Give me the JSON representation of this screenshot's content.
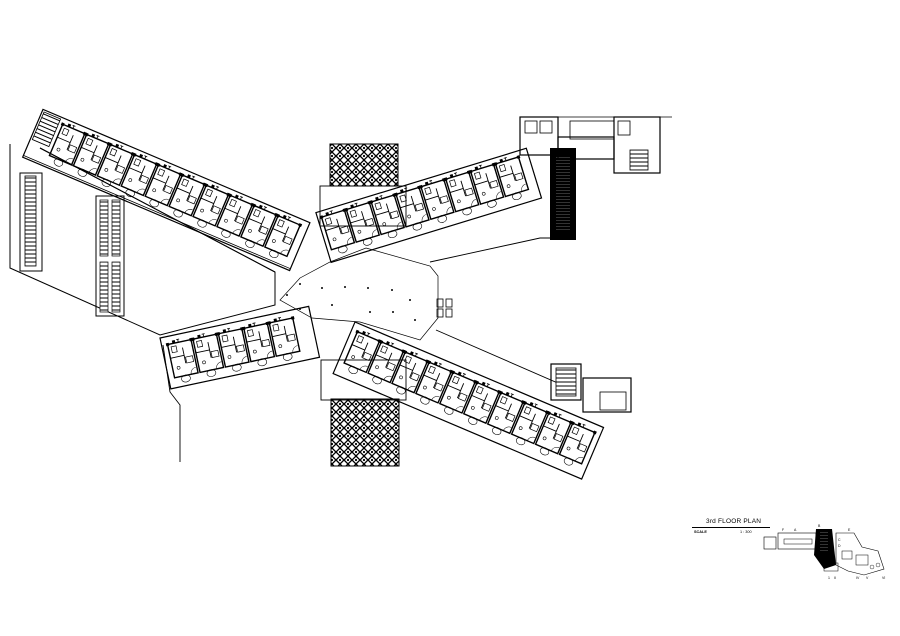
{
  "drawing": {
    "title": "3rd FLOOR PLAN",
    "scale_label": "SCALE",
    "scale_value": "1 : 300"
  },
  "key_plan": {
    "labels": [
      "F",
      "A",
      "B",
      "E",
      "C",
      "D",
      "1",
      "II",
      "IV",
      "V",
      "VI"
    ]
  },
  "colors": {
    "line": "#000000",
    "background": "#ffffff"
  }
}
